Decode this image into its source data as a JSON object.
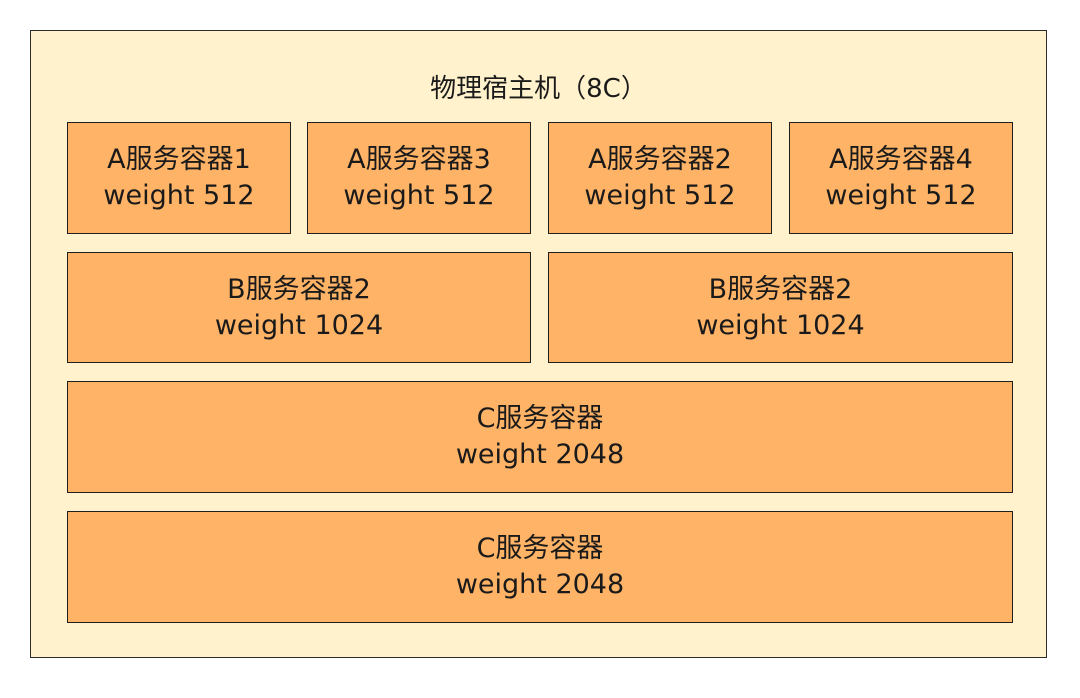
{
  "host": {
    "title": "物理宿主机（8C）",
    "colors": {
      "host_fill": "#FFF2CC",
      "container_fill": "#FFB366",
      "border": "#1F1F1F"
    }
  },
  "rows": {
    "a": [
      {
        "name": "A服务容器1",
        "weight": "weight 512"
      },
      {
        "name": "A服务容器3",
        "weight": "weight 512"
      },
      {
        "name": "A服务容器2",
        "weight": "weight 512"
      },
      {
        "name": "A服务容器4",
        "weight": "weight 512"
      }
    ],
    "b": [
      {
        "name": "B服务容器2",
        "weight": "weight 1024"
      },
      {
        "name": "B服务容器2",
        "weight": "weight 1024"
      }
    ],
    "c": [
      {
        "name": "C服务容器",
        "weight": "weight 2048"
      },
      {
        "name": "C服务容器",
        "weight": "weight 2048"
      }
    ]
  }
}
